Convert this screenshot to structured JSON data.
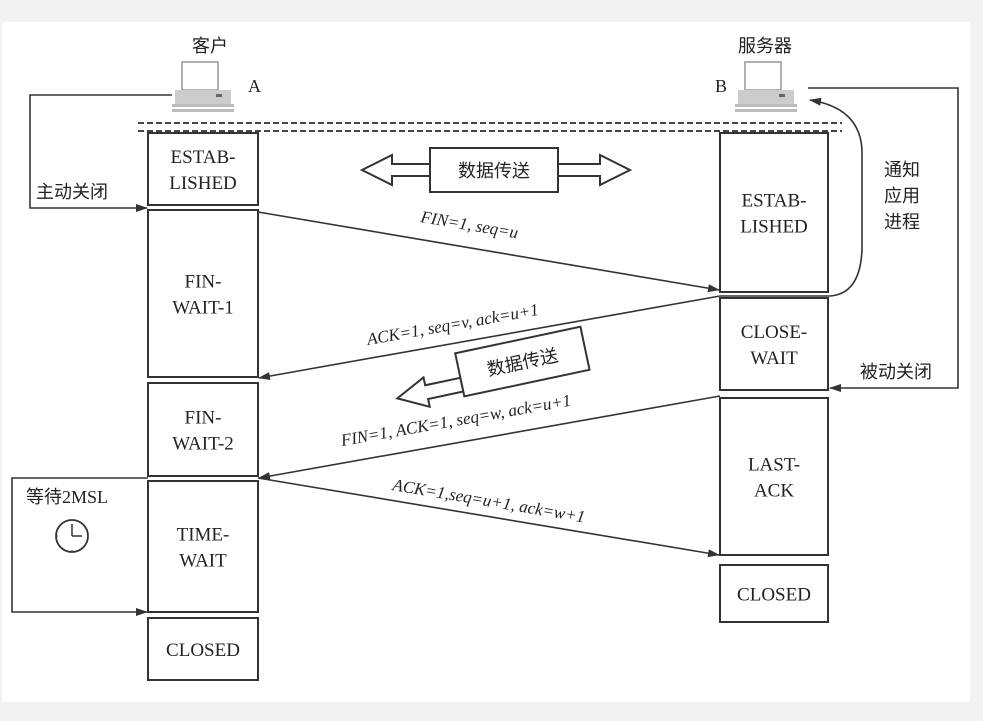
{
  "client": {
    "title": "客户",
    "label": "A",
    "states": [
      "ESTAB-|LISHED",
      "FIN-|WAIT-1",
      "FIN-|WAIT-2",
      "TIME-|WAIT",
      "CLOSED"
    ]
  },
  "server": {
    "title": "服务器",
    "label": "B",
    "states": [
      "ESTAB-|LISHED",
      "CLOSE-|WAIT",
      "LAST-|ACK",
      "CLOSED"
    ]
  },
  "labels": {
    "active_close": "主动关闭",
    "passive_close": "被动关闭",
    "notify_app": [
      "通知",
      "应用",
      "进程"
    ],
    "data_transfer": "数据传送",
    "data_transfer_2": "数据传送",
    "wait_2msl": "等待2MSL"
  },
  "messages": [
    "FIN=1, seq=u",
    "ACK=1, seq=v, ack=u+1",
    "FIN=1, ACK=1, seq=w, ack=u+1",
    "ACK=1,seq=u+1, ack=w+1"
  ],
  "icons": {
    "computer": "computer-icon",
    "clock": "clock-icon"
  }
}
